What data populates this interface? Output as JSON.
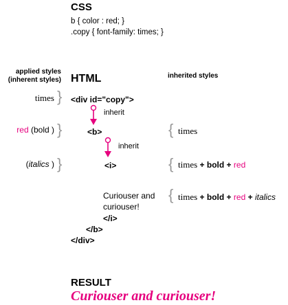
{
  "css": {
    "title": "CSS",
    "rule1": "b { color : red; }",
    "rule2": ".copy { font-family: times; }"
  },
  "columns": {
    "applied_line1": "applied styles",
    "applied_line2": "(inherent styles)",
    "html_title": "HTML",
    "inherited": "inherited styles"
  },
  "applied": {
    "div": "times",
    "b_red": "red",
    "b_bold": "(bold )",
    "i_open": "(",
    "i_italics": "italics",
    "i_close": " )"
  },
  "tags": {
    "div_open": "<div id=\"copy\">",
    "b_open": "<b>",
    "i_open": "<i>",
    "i_close": "</i>",
    "b_close": "</b>",
    "div_close": "</div>"
  },
  "arrows": {
    "label1": "inherit",
    "label2": "inherit"
  },
  "content": {
    "line1": "Curiouser and",
    "line2": "curiouser!"
  },
  "inherited": {
    "row_b": "times",
    "row_i": {
      "times": "times",
      "plus1": "+",
      "bold": "bold",
      "plus2": "+",
      "red": "red"
    },
    "row_text": {
      "times": "times",
      "plus1": "+",
      "bold": "bold",
      "plus2": "+",
      "red": "red",
      "plus3": "+",
      "italics": "italics"
    }
  },
  "result": {
    "title": "RESULT",
    "text": "Curiouser and curiouser!"
  },
  "colors": {
    "accent": "#e6007e",
    "brace": "#999999"
  }
}
